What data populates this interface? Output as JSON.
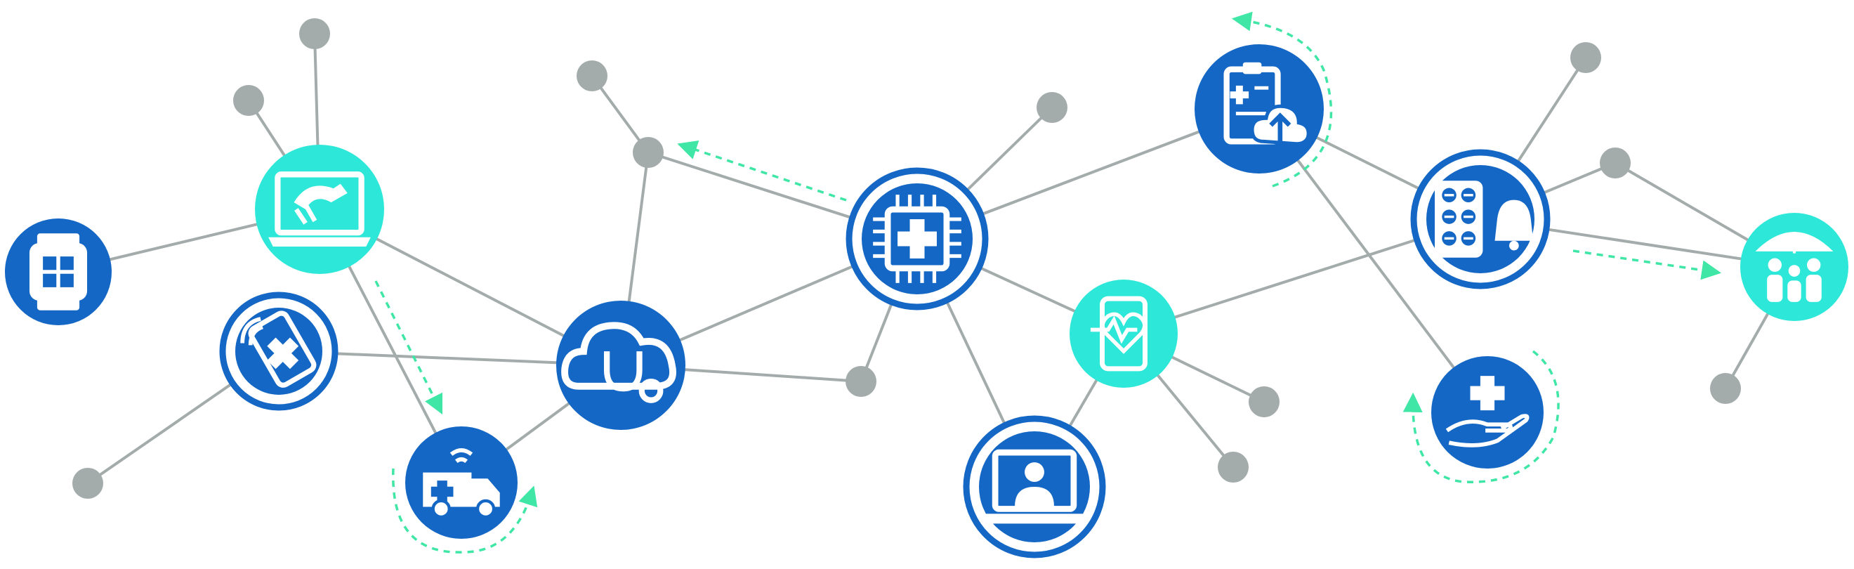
{
  "colors": {
    "background": "#ffffff",
    "edge": "#a3abab",
    "dot": "#a3abab",
    "arrow": "#3fe6a5",
    "dark_blue": "#1467c4",
    "teal": "#2de8d9",
    "white": "#ffffff"
  },
  "hubs": [
    {
      "id": "smartwatch",
      "icon": "smartwatch-icon",
      "style": "dark"
    },
    {
      "id": "laptop-xray",
      "icon": "laptop-xray-icon",
      "style": "teal"
    },
    {
      "id": "phone-bandage",
      "icon": "phone-bandage-icon",
      "style": "ring-white"
    },
    {
      "id": "ambulance",
      "icon": "ambulance-icon",
      "style": "dark"
    },
    {
      "id": "cloud-stethoscope",
      "icon": "cloud-stethoscope-icon",
      "style": "dark"
    },
    {
      "id": "medical-chip",
      "icon": "medical-chip-icon",
      "style": "ring-white"
    },
    {
      "id": "telemedicine",
      "icon": "telemedicine-doctor-icon",
      "style": "ring-white"
    },
    {
      "id": "clipboard-cloud",
      "icon": "clipboard-cloud-icon",
      "style": "dark"
    },
    {
      "id": "phone-heart",
      "icon": "phone-heart-icon",
      "style": "teal"
    },
    {
      "id": "pill-reminder",
      "icon": "pill-reminder-icon",
      "style": "ring-white"
    },
    {
      "id": "hand-care",
      "icon": "hand-care-icon",
      "style": "dark"
    },
    {
      "id": "family-insurance",
      "icon": "family-insurance-icon",
      "style": "teal"
    }
  ]
}
